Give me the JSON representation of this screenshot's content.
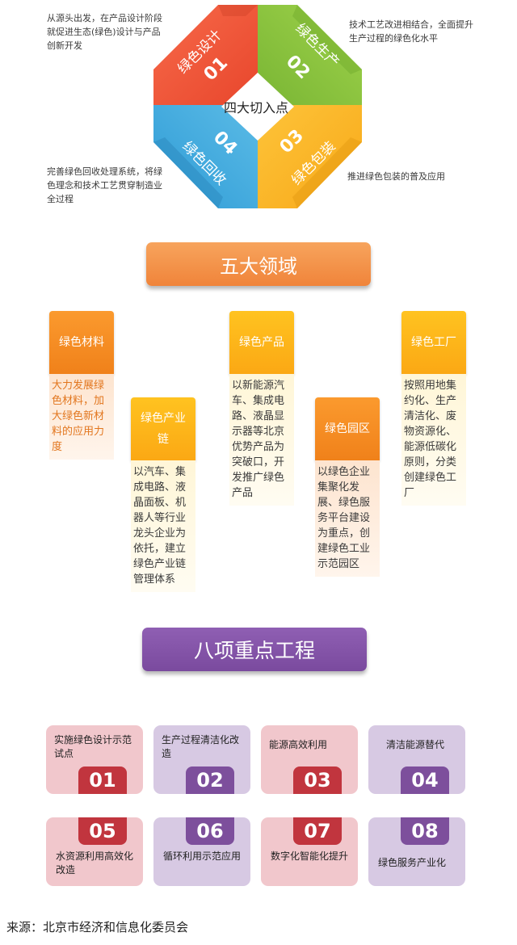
{
  "entry_points": {
    "center": "四大切入点",
    "items": [
      {
        "num": "01",
        "label": "绿色设计",
        "color": "#f4583c",
        "desc": "从源头出发，在产品设计阶段就促进生态(绿色)设计与产品创新开发"
      },
      {
        "num": "02",
        "label": "绿色生产",
        "color": "#8dc63f",
        "desc": "技术工艺改进相结合，全面提升生产过程的绿色化水平"
      },
      {
        "num": "03",
        "label": "绿色包装",
        "color": "#fbb11c",
        "desc": "推进绿色包装的普及应用"
      },
      {
        "num": "04",
        "label": "绿色回收",
        "color": "#3aa7dc",
        "desc": "完善绿色回收处理系统，将绿色理念和技术工艺贯穿制造业全过程"
      }
    ]
  },
  "domains": {
    "title": "五大领域",
    "cards": [
      {
        "title": "绿色材料",
        "body": "大力发展绿色材料，加大绿色新材料的应用力度"
      },
      {
        "title": "绿色产业链",
        "body": "以汽车、集成电路、液晶面板、机器人等行业龙头企业为依托，建立绿色产业链管理体系"
      },
      {
        "title": "绿色产品",
        "body": "以新能源汽车、集成电路、液晶显示器等北京优势产品为突破口，开发推广绿色产品"
      },
      {
        "title": "绿色园区",
        "body": "以绿色企业集聚化发展、绿色服务平台建设为重点，创建绿色工业示范园区"
      },
      {
        "title": "绿色工厂",
        "body": "按照用地集约化、生产清洁化、废物资源化、能源低碳化原则，分类创建绿色工厂"
      }
    ]
  },
  "projects": {
    "title": "八项重点工程",
    "items": [
      {
        "num": "01",
        "label": "实施绿色设计示范试点"
      },
      {
        "num": "02",
        "label": "生产过程清洁化改造"
      },
      {
        "num": "03",
        "label": "能源高效利用"
      },
      {
        "num": "04",
        "label": "清洁能源替代"
      },
      {
        "num": "05",
        "label": "水资源利用高效化改造"
      },
      {
        "num": "06",
        "label": "循环利用示范应用"
      },
      {
        "num": "07",
        "label": "数字化智能化提升"
      },
      {
        "num": "08",
        "label": "绿色服务产业化"
      }
    ]
  },
  "source": "来源：北京市经济和信息化委员会"
}
